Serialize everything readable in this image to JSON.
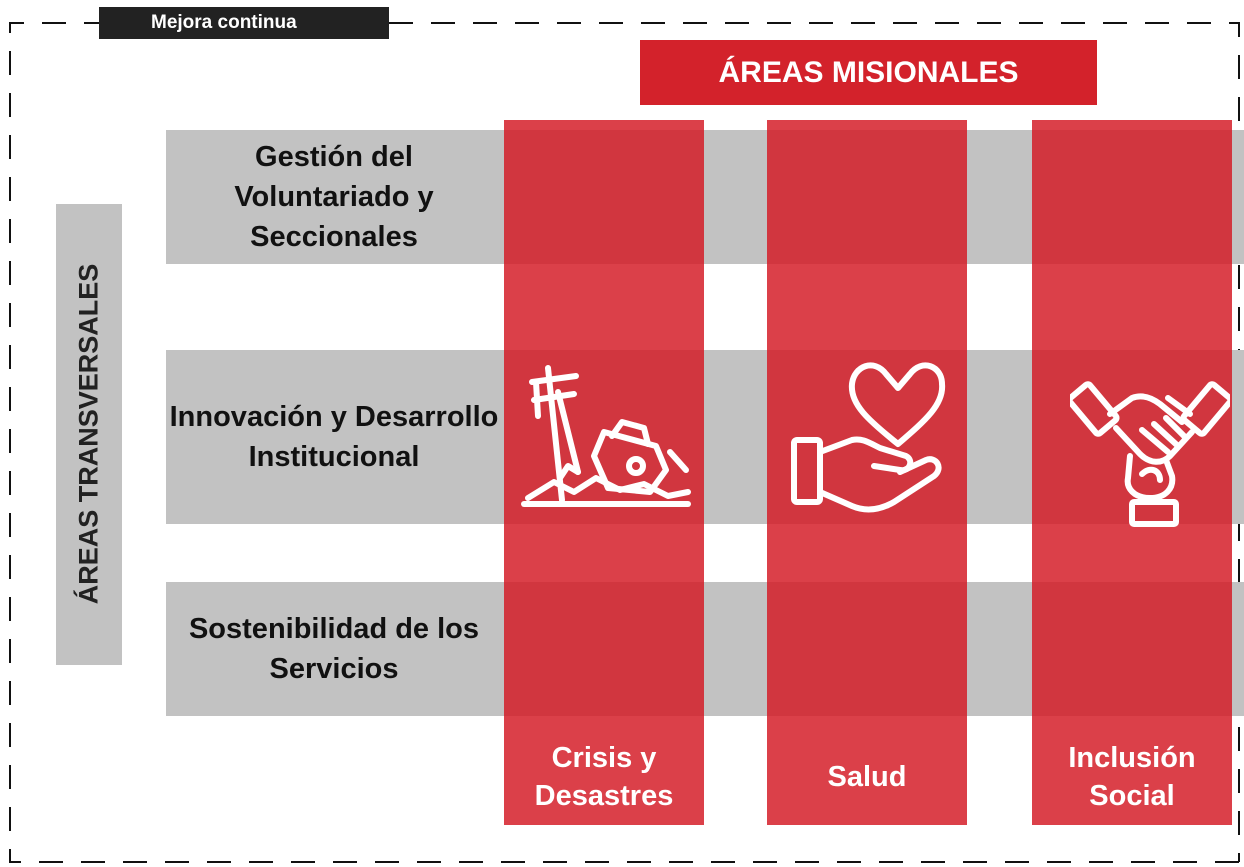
{
  "continuous_improvement_label": "Mejora continua",
  "missional": {
    "header": "ÁREAS MISIONALES",
    "areas": [
      {
        "label": "Crisis y Desastres",
        "icon": "disaster-icon"
      },
      {
        "label": "Salud",
        "icon": "hand-heart-icon"
      },
      {
        "label": "Inclusión Social",
        "icon": "joined-hands-icon"
      }
    ]
  },
  "transversal": {
    "header": "ÁREAS TRANSVERSALES",
    "areas": [
      {
        "label": "Gestión del Voluntariado y Seccionales"
      },
      {
        "label": "Innovación y Desarrollo Institucional"
      },
      {
        "label": "Sostenibilidad de los Servicios"
      }
    ]
  },
  "colors": {
    "missional_red": "#d3222b",
    "transversal_gray": "#c2c2c2",
    "label_black": "#222222"
  }
}
